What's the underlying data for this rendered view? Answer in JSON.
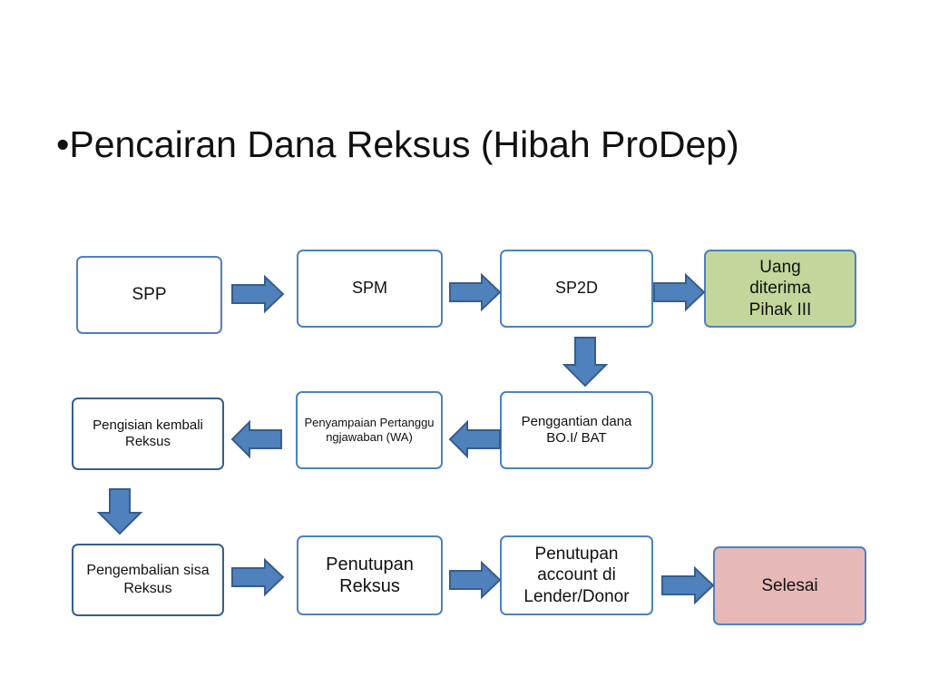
{
  "slide": {
    "title": "•Pencairan Dana Reksus (Hibah ProDep)"
  },
  "nodes": {
    "spp": "SPP",
    "spm": "SPM",
    "sp2d": "SP2D",
    "uang": "Uang diterima Pihak III",
    "penggantian": "Penggantian dana BO.I/ BAT",
    "penyampaian": "Penyampaian Pertanggungjawaban (WA)",
    "pengisian": "Pengisian kembali Reksus",
    "pengembalian": "Pengembalian sisa Reksus",
    "penutupan_reksus": "Penutupan Reksus",
    "penutupan_account": "Penutupan account di Lender/Donor",
    "selesai": "Selesai"
  },
  "colors": {
    "border": "#4f81bd",
    "arrow_fill": "#4f81bd",
    "arrow_stroke": "#385d8a",
    "terminal_green": "#c3d69b",
    "terminal_pink": "#e6b9b8"
  }
}
